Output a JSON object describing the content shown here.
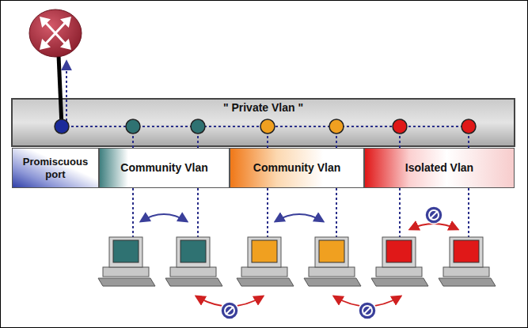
{
  "diagram": {
    "nodes": [
      {
        "text": [
          "\" Private Vlan \""
        ]
      },
      {
        "text": [
          "Promiscuous port"
        ]
      },
      {
        "text": [
          "Community Vlan"
        ]
      },
      {
        "text": [
          "Community Vlan"
        ]
      },
      {
        "text": [
          "Isolated Vlan"
        ]
      }
    ]
  }
}
